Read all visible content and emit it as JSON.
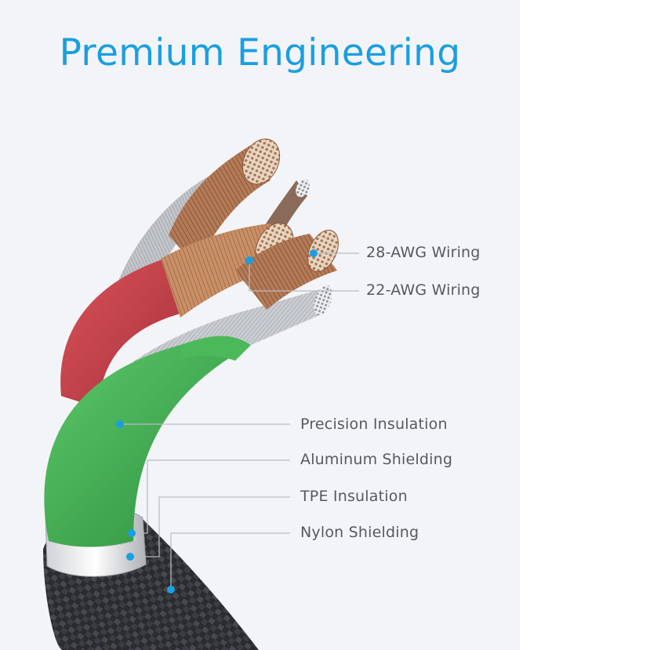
{
  "title": "Premium Engineering",
  "labels": {
    "awg28": "28-AWG Wiring",
    "awg22": "22-AWG Wiring",
    "precision_insulation": "Precision Insulation",
    "aluminum_shielding": "Aluminum Shielding",
    "tpe_insulation": "TPE Insulation",
    "nylon_shielding": "Nylon Shielding"
  },
  "colors": {
    "title": "#1a9fe0",
    "background": "#f3f4f8",
    "callout_dot": "#1a9fe0",
    "callout_line": "#b9bcc2",
    "label_text": "#555a60",
    "red_wire": "#c8424a",
    "green_wire": "#3fae4f",
    "copper": "#c48a63",
    "silver": "#b8bbc0",
    "nylon_braid": "#2b2d31"
  }
}
